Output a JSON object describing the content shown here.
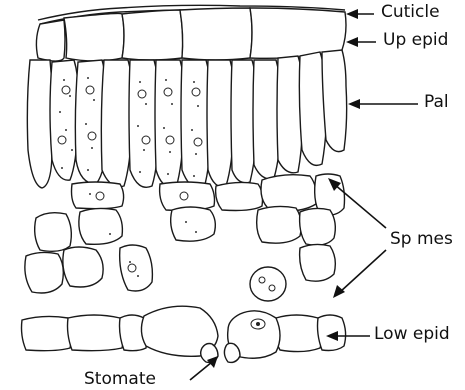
{
  "labels": {
    "cuticle": "Cuticle",
    "upper_epidermis": "Up epid",
    "palisade": "Pal",
    "spongy_mesophyll": "Sp mes",
    "lower_epidermis": "Low epid",
    "stomate": "Stomate"
  },
  "colors": {
    "line": "#1a1a1a",
    "background": "#ffffff"
  }
}
